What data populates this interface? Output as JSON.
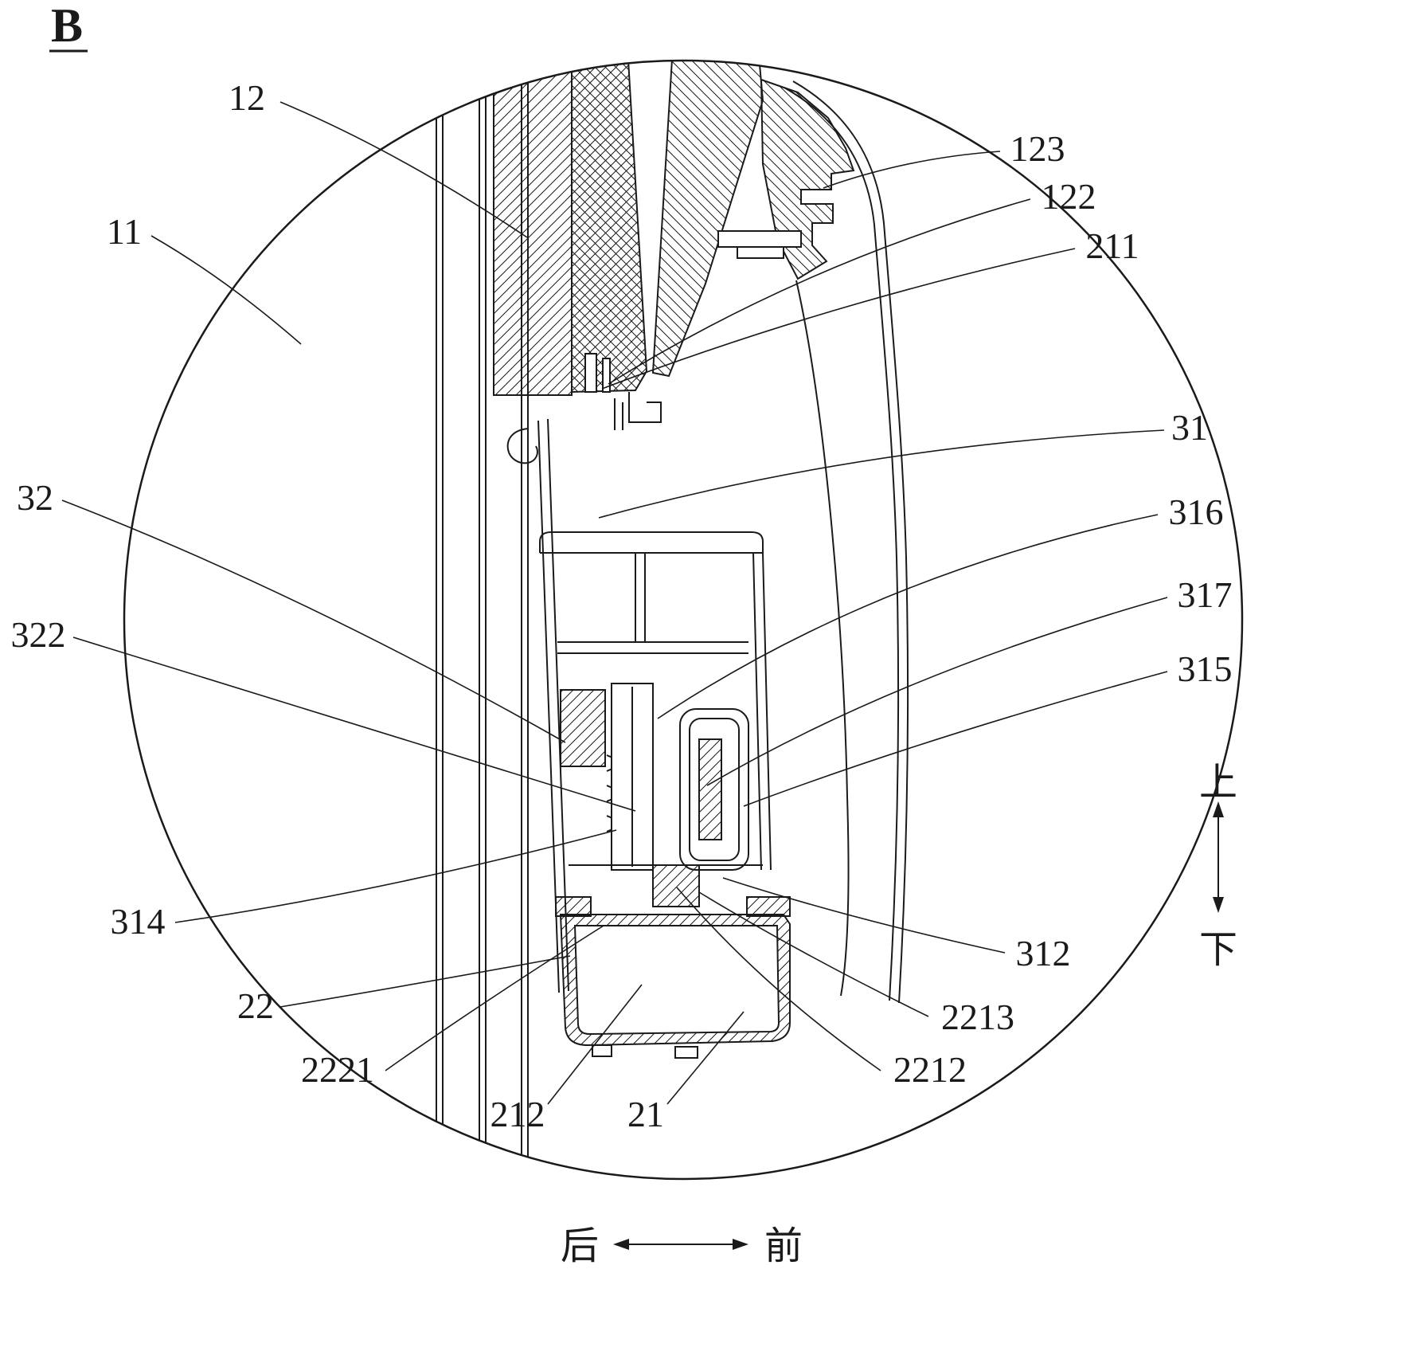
{
  "figure": {
    "view_label": "B",
    "ref_labels": [
      {
        "id": "12",
        "text": "12"
      },
      {
        "id": "11",
        "text": "11"
      },
      {
        "id": "123",
        "text": "123"
      },
      {
        "id": "122",
        "text": "122"
      },
      {
        "id": "211",
        "text": "211"
      },
      {
        "id": "31",
        "text": "31"
      },
      {
        "id": "316",
        "text": "316"
      },
      {
        "id": "317",
        "text": "317"
      },
      {
        "id": "315",
        "text": "315"
      },
      {
        "id": "32",
        "text": "32"
      },
      {
        "id": "322",
        "text": "322"
      },
      {
        "id": "314",
        "text": "314"
      },
      {
        "id": "312",
        "text": "312"
      },
      {
        "id": "22",
        "text": "22"
      },
      {
        "id": "2213",
        "text": "2213"
      },
      {
        "id": "2221",
        "text": "2221"
      },
      {
        "id": "2212",
        "text": "2212"
      },
      {
        "id": "212",
        "text": "212"
      },
      {
        "id": "21",
        "text": "21"
      }
    ],
    "orientation": {
      "up": "上",
      "down": "下",
      "rear": "后",
      "front": "前"
    },
    "colors": {
      "line": "#1a1a1a",
      "background": "#ffffff"
    }
  }
}
